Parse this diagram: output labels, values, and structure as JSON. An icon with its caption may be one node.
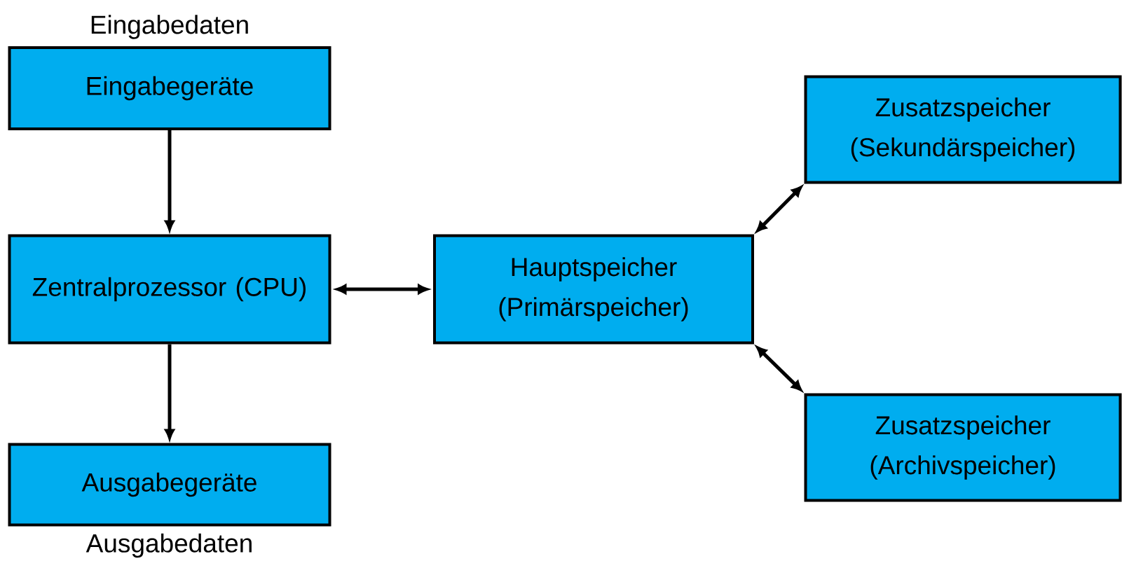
{
  "diagram": {
    "nodes": [
      {
        "text": [
          "Eingabegeräte"
        ],
        "beside": [
          "Eingabedaten"
        ]
      },
      {
        "text": [
          "Zentralprozessor (CPU)"
        ]
      },
      {
        "text": [
          "Ausgabegeräte"
        ],
        "beside": [
          "Ausgabedaten"
        ]
      },
      {
        "text": [
          "Hauptspeicher (Primärspeicher)"
        ]
      },
      {
        "text": [
          "Zusatzspeicher (Sekundärspeicher)"
        ]
      },
      {
        "text": [
          "Zusatzspeicher (Archivspeicher)"
        ]
      }
    ],
    "edges": [
      {
        "from": 0,
        "to": 1,
        "arrow": "to"
      },
      {
        "from": 1,
        "to": 2,
        "arrow": "to"
      },
      {
        "from": 1,
        "to": 3,
        "arrow": "both"
      },
      {
        "from": 3,
        "to": 4,
        "arrow": "both"
      },
      {
        "from": 3,
        "to": 5,
        "arrow": "both"
      }
    ]
  }
}
